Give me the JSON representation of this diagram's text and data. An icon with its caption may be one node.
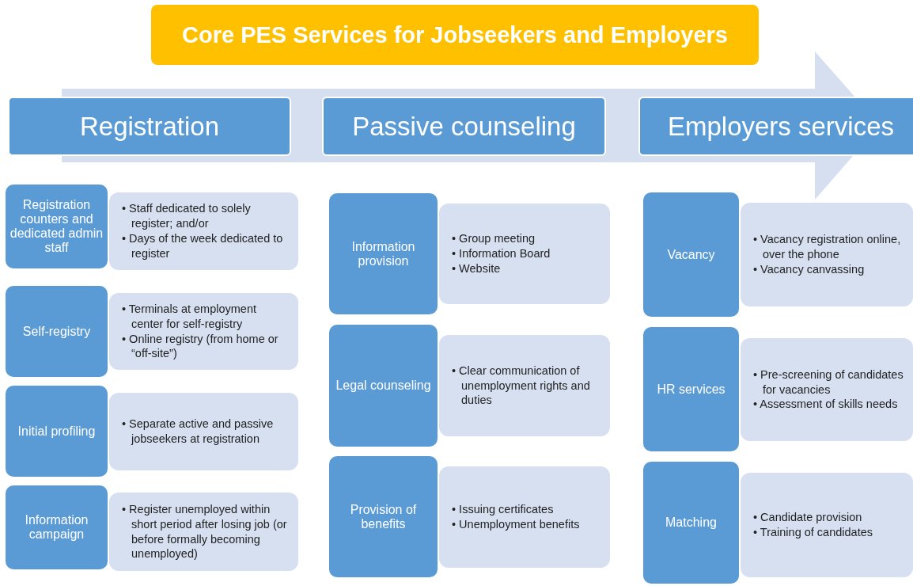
{
  "diagram": {
    "title": "Core PES Services for Jobseekers and Employers",
    "nodes": [
      {
        "text": [
          "Registration"
        ]
      },
      {
        "text": [
          "Passive counseling"
        ]
      },
      {
        "text": [
          "Employers services"
        ]
      },
      {
        "text": [
          "Registration counters and dedicated admin staff"
        ]
      },
      {
        "text": [
          "• Staff dedicated to solely register; and/or",
          "• Days of the week dedicated to register"
        ]
      },
      {
        "text": [
          "Self-registry"
        ]
      },
      {
        "text": [
          "• Terminals at employment center for self-registry",
          "• Online registry (from home or “off-site”)"
        ]
      },
      {
        "text": [
          "Initial profiling"
        ]
      },
      {
        "text": [
          "• Separate active and passive jobseekers at registration"
        ]
      },
      {
        "text": [
          "Information campaign"
        ]
      },
      {
        "text": [
          "• Register unemployed within short period after losing job (or before formally becoming unemployed)"
        ]
      },
      {
        "text": [
          "Information provision"
        ]
      },
      {
        "text": [
          "• Group meeting",
          "• Information Board",
          "• Website"
        ]
      },
      {
        "text": [
          "Legal counseling"
        ]
      },
      {
        "text": [
          "• Clear communication of unemployment rights and duties"
        ]
      },
      {
        "text": [
          "Provision of benefits"
        ]
      },
      {
        "text": [
          "• Issuing certificates",
          "• Unemployment benefits"
        ]
      },
      {
        "text": [
          "Vacancy"
        ]
      },
      {
        "text": [
          "• Vacancy registration online, over the phone",
          "• Vacancy canvassing"
        ]
      },
      {
        "text": [
          "HR services"
        ]
      },
      {
        "text": [
          "• Pre-screening of candidates for vacancies",
          "• Assessment of skills needs"
        ]
      },
      {
        "text": [
          "Matching"
        ]
      },
      {
        "text": [
          "• Candidate provision",
          "• Training of candidates"
        ]
      }
    ],
    "edges": []
  }
}
